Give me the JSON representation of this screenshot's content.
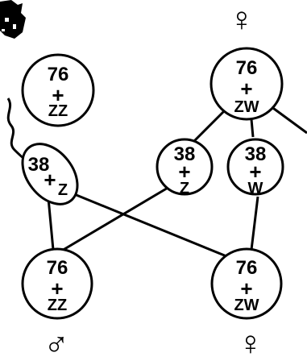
{
  "symbols": {
    "top_right": "♀",
    "bottom_left": "♂",
    "bottom_right": "♀"
  },
  "cells": {
    "top_left": {
      "number": "76",
      "plus": "+",
      "chromosomes": "ZZ"
    },
    "top_right": {
      "number": "76",
      "plus": "+",
      "chromosomes": "ZW"
    },
    "sperm": {
      "number": "38",
      "plus": "+",
      "chromosomes": "Z"
    },
    "egg_z": {
      "number": "38",
      "plus": "+",
      "chromosomes": "Z"
    },
    "egg_w": {
      "number": "38",
      "plus": "+",
      "chromosomes": "W"
    },
    "bottom_left": {
      "number": "76",
      "plus": "+",
      "chromosomes": "ZZ"
    },
    "bottom_right": {
      "number": "76",
      "plus": "+",
      "chromosomes": "ZW"
    }
  },
  "colors": {
    "ink": "#000000",
    "background": "#ffffff"
  }
}
